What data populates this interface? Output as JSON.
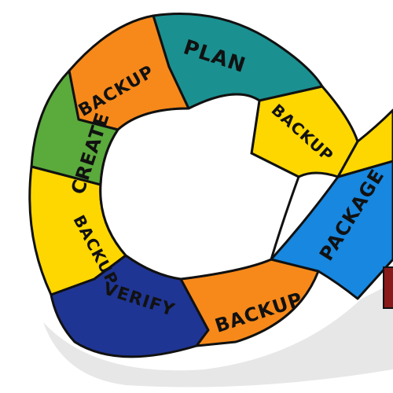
{
  "diagram": {
    "segments": [
      {
        "id": "plan",
        "label": "PLAN",
        "color": "#1b9090"
      },
      {
        "id": "backup-1",
        "label": "BACKUP",
        "color": "#ffd700"
      },
      {
        "id": "package",
        "label": "PACKAGE",
        "color": "#1787e0"
      },
      {
        "id": "backup-top",
        "label": "BACKUP",
        "color": "#f6891a"
      },
      {
        "id": "create",
        "label": "CREATE",
        "color": "#5aaa3c"
      },
      {
        "id": "backup-2",
        "label": "BACKUP",
        "color": "#ffd700"
      },
      {
        "id": "verify",
        "label": "VERIFY",
        "color": "#1f3594"
      },
      {
        "id": "backup-3",
        "label": "BACKUP",
        "color": "#f6891a"
      }
    ],
    "accent_right": "#8a1a1a"
  }
}
